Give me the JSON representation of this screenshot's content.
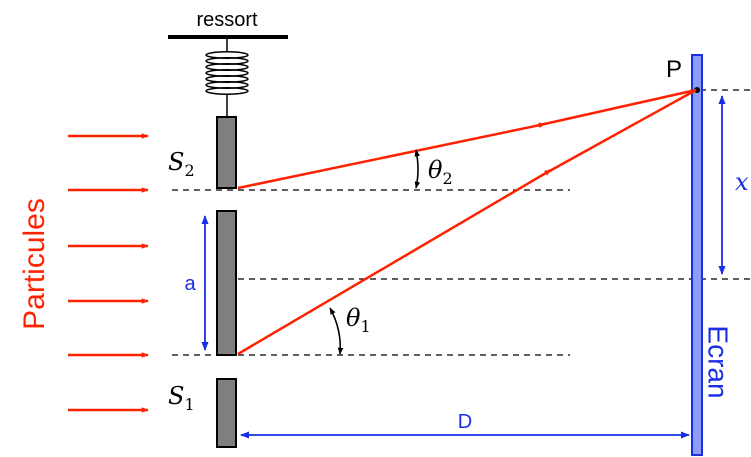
{
  "labels": {
    "spring": "ressort",
    "particles": "Particules",
    "screen": "Ecran",
    "point": "P",
    "slit_separation": "a",
    "distance": "D",
    "x_label": "x",
    "slit1": "S",
    "slit1_sub": "1",
    "slit2": "S",
    "slit2_sub": "2",
    "theta1": "θ",
    "theta1_sub": "1",
    "theta2": "θ",
    "theta2_sub": "2"
  },
  "colors": {
    "particles": "#ff2200",
    "ray": "#ff2200",
    "dimension": "#1a2ee6",
    "screen_fill": "#8d9cf5",
    "screen_stroke": "#1a2ee6",
    "slit_fill": "#7f7f7f",
    "ink": "#000000"
  },
  "icons": {
    "spring": "spring-coil-icon",
    "particle_arrow": "red-arrow-icon"
  }
}
